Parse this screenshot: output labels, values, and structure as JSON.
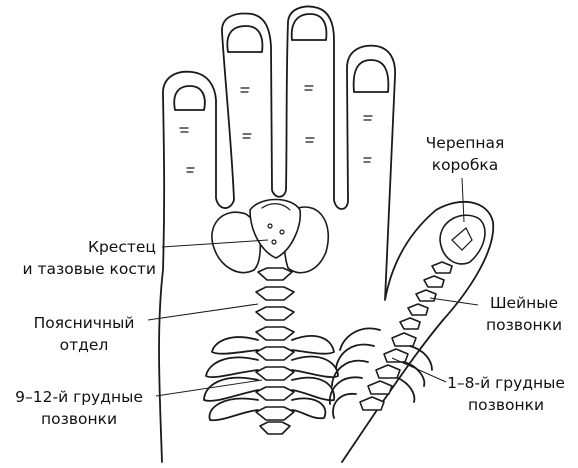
{
  "labels": {
    "skull": [
      "Черепная",
      "коробка"
    ],
    "sacrum": [
      "Крестец",
      "и тазовые кости"
    ],
    "lumbar": [
      "Поясничный",
      "отдел"
    ],
    "cervical": [
      "Шейные",
      "позвонки"
    ],
    "thoracic_lower": [
      "9–12-й грудные",
      "позвонки"
    ],
    "thoracic_upper": [
      "1–8-й грудные",
      "позвонки"
    ]
  }
}
